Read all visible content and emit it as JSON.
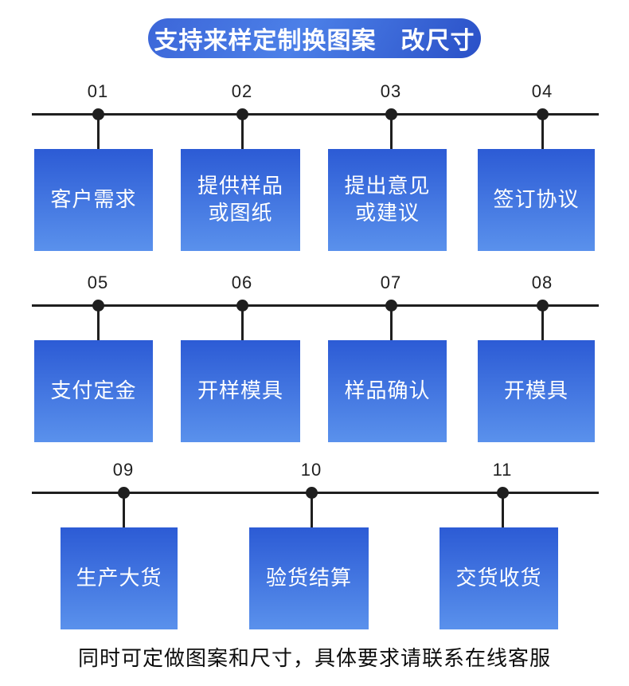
{
  "banner": {
    "title": "支持来样定制换图案　改尺寸"
  },
  "steps": {
    "row1": [
      {
        "number": "01",
        "label": "客户需求"
      },
      {
        "number": "02",
        "label": "提供样品\n或图纸"
      },
      {
        "number": "03",
        "label": "提出意见\n或建议"
      },
      {
        "number": "04",
        "label": "签订协议"
      }
    ],
    "row2": [
      {
        "number": "05",
        "label": "支付定金"
      },
      {
        "number": "06",
        "label": "开样模具"
      },
      {
        "number": "07",
        "label": "样品确认"
      },
      {
        "number": "08",
        "label": "开模具"
      }
    ],
    "row3": [
      {
        "number": "09",
        "label": "生产大货"
      },
      {
        "number": "10",
        "label": "验货结算"
      },
      {
        "number": "11",
        "label": "交货收货"
      }
    ]
  },
  "footer": {
    "note": "同时可定做图案和尺寸，具体要求请联系在线客服"
  },
  "colors": {
    "banner_gradient_start": "#3c66d8",
    "banner_gradient_mid": "#4c80e8",
    "banner_gradient_end": "#2a50c7",
    "box_gradient_top": "#2c5bd5",
    "box_gradient_bottom": "#5a91ec",
    "timeline": "#1f1f1f"
  }
}
